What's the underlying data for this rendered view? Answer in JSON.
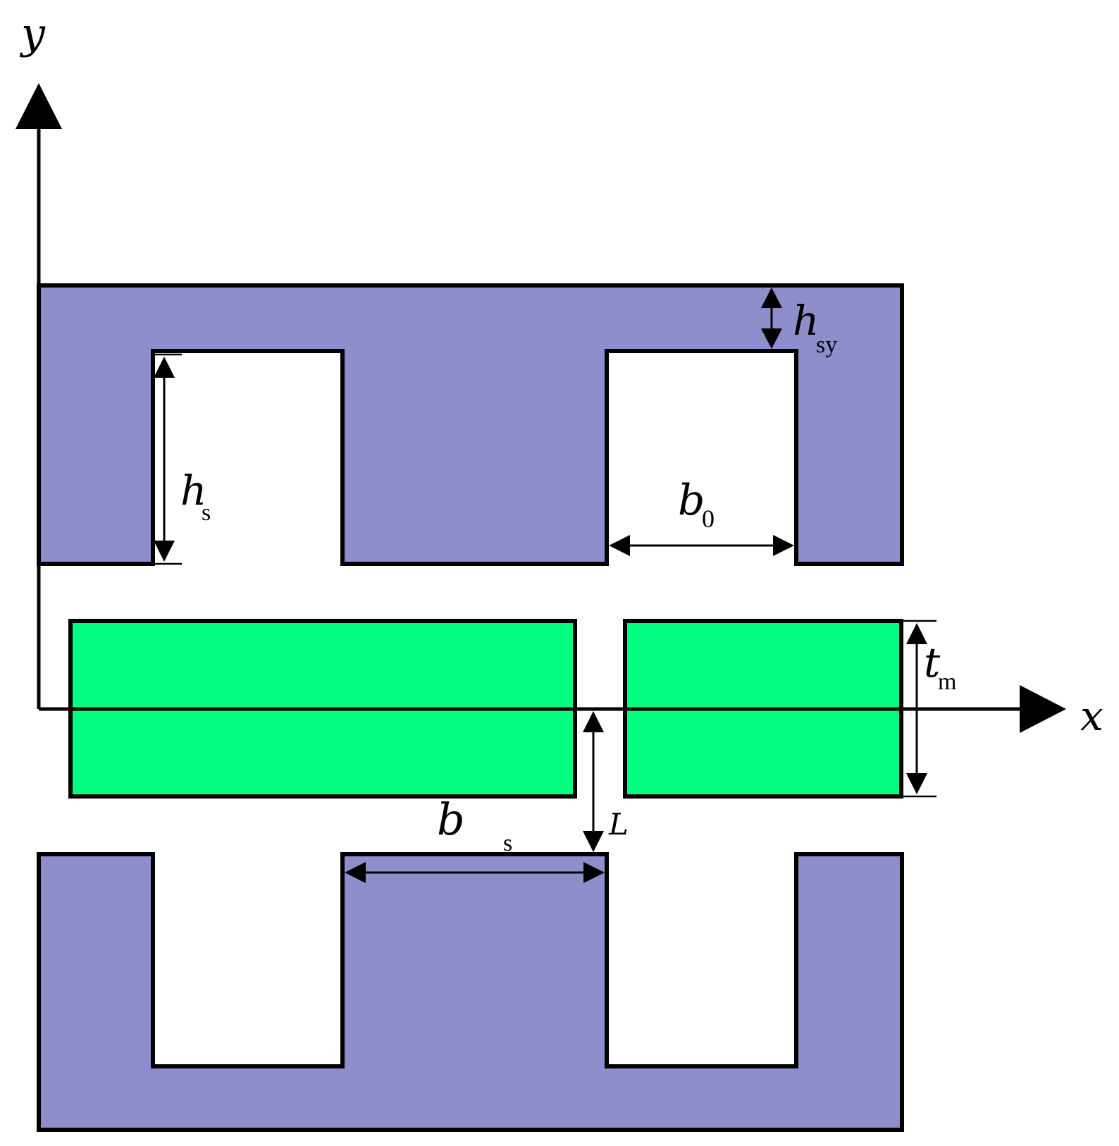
{
  "colors": {
    "core_fill": "#8e8ecc",
    "magnet_fill": "#00ff80",
    "outline": "#000000",
    "background": "#ffffff"
  },
  "axes": {
    "x_label": "x",
    "y_label": "y"
  },
  "dimensions": {
    "hsy": {
      "main": "h",
      "sub": "sy"
    },
    "hs": {
      "main": "h",
      "sub": "s"
    },
    "b0": {
      "main": "b",
      "sub": "0"
    },
    "tm": {
      "main": "t",
      "sub": "m"
    },
    "L": {
      "main": "L"
    },
    "bs": {
      "main": "b",
      "sub": "s"
    }
  }
}
